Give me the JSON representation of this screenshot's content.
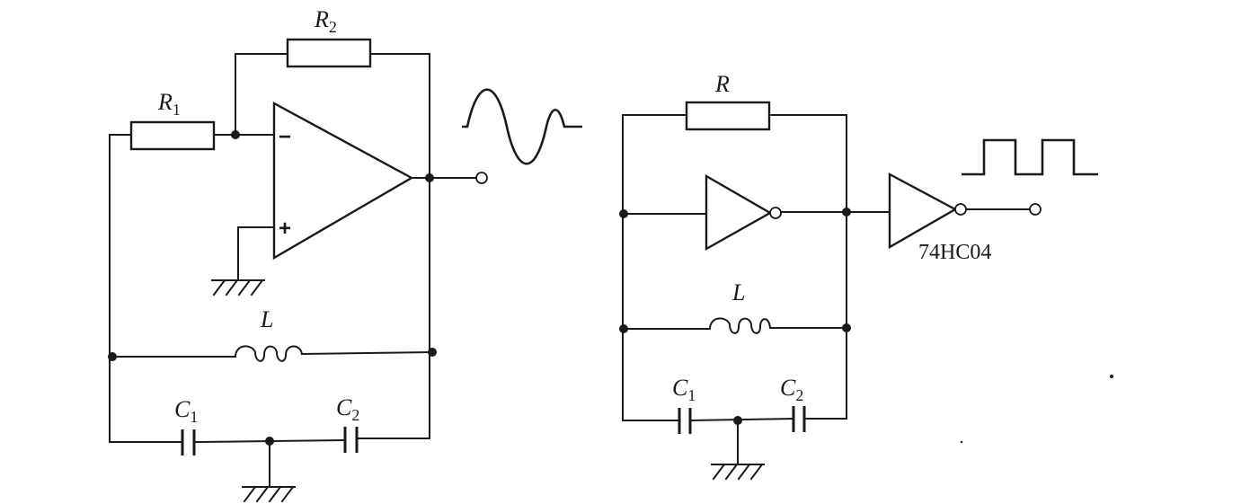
{
  "left_circuit": {
    "r1": {
      "letter": "R",
      "sub": "1"
    },
    "r2": {
      "letter": "R",
      "sub": "2"
    },
    "l": {
      "letter": "L"
    },
    "c1": {
      "letter": "C",
      "sub": "1"
    },
    "c2": {
      "letter": "C",
      "sub": "2"
    },
    "opamp": {
      "inverting": "−",
      "noninverting": "+"
    },
    "output_wave": "sine"
  },
  "right_circuit": {
    "r": {
      "letter": "R"
    },
    "l": {
      "letter": "L"
    },
    "c1": {
      "letter": "C",
      "sub": "1"
    },
    "c2": {
      "letter": "C",
      "sub": "2"
    },
    "buffer_part": "74HC04",
    "output_wave": "square"
  }
}
